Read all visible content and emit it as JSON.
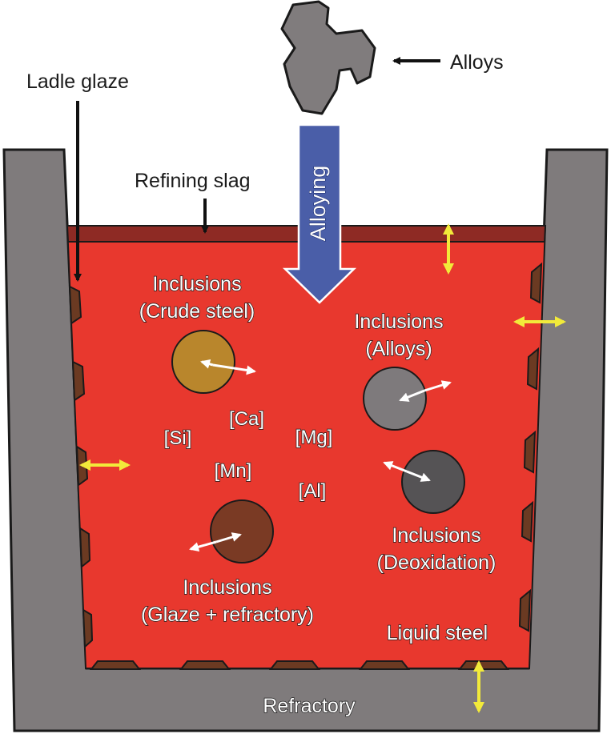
{
  "labels": {
    "alloys": "Alloys",
    "ladle_glaze": "Ladle glaze",
    "refining_slag": "Refining slag",
    "alloying": "Alloying",
    "inclusions_crude_steel_1": "Inclusions",
    "inclusions_crude_steel_2": "(Crude steel)",
    "inclusions_alloys_1": "Inclusions",
    "inclusions_alloys_2": "(Alloys)",
    "inclusions_deoxidation_1": "Inclusions",
    "inclusions_deoxidation_2": "(Deoxidation)",
    "inclusions_glaze_1": "Inclusions",
    "inclusions_glaze_2": "(Glaze + refractory)",
    "liquid_steel": "Liquid steel",
    "refractory": "Refractory"
  },
  "elements": {
    "si": "[Si]",
    "ca": "[Ca]",
    "mg": "[Mg]",
    "mn": "[Mn]",
    "al": "[Al]"
  },
  "colors": {
    "refractory": "#7f7b7c",
    "liquid_steel": "#e8382e",
    "slag": "#8e2a24",
    "glaze": "#6b3a22",
    "alloy_arrow": "#4a5ea8",
    "interaction_arrow": "#f2ea3a",
    "inclusion_crude_steel": "#b9862c",
    "inclusion_alloys": "#7e7a7c",
    "inclusion_deoxidation": "#555355",
    "inclusion_glaze": "#7a3a24"
  }
}
